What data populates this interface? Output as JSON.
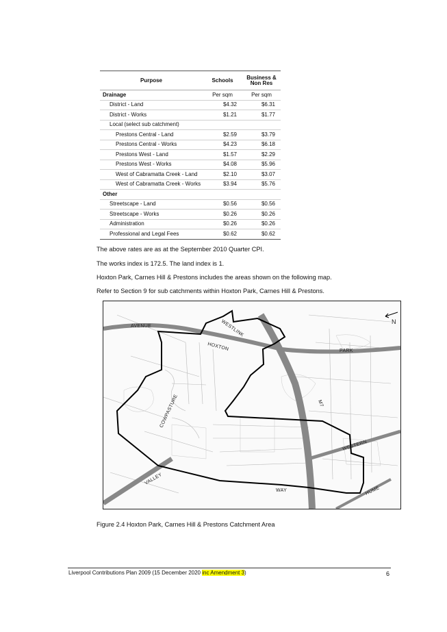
{
  "table": {
    "headers": {
      "purpose": "Purpose",
      "schools": "Schools",
      "business_non_res": "Business & Non Res"
    },
    "rows": [
      {
        "purpose": "Drainage",
        "schools": "Per sqm",
        "business": "Per sqm",
        "level": 0
      },
      {
        "purpose": "District - Land",
        "schools": "$4.32",
        "business": "$6.31",
        "level": 1
      },
      {
        "purpose": "District - Works",
        "schools": "$1.21",
        "business": "$1.77",
        "level": 1
      },
      {
        "purpose": "Local (select sub catchment)",
        "schools": "",
        "business": "",
        "level": 1
      },
      {
        "purpose": "Prestons Central - Land",
        "schools": "$2.59",
        "business": "$3.79",
        "level": 2
      },
      {
        "purpose": "Prestons Central - Works",
        "schools": "$4.23",
        "business": "$6.18",
        "level": 2
      },
      {
        "purpose": "Prestons West - Land",
        "schools": "$1.57",
        "business": "$2.29",
        "level": 2
      },
      {
        "purpose": "Prestons West - Works",
        "schools": "$4.08",
        "business": "$5.96",
        "level": 2
      },
      {
        "purpose": "West of Cabramatta Creek - Land",
        "schools": "$2.10",
        "business": "$3.07",
        "level": 2
      },
      {
        "purpose": "West of Cabramatta Creek - Works",
        "schools": "$3.94",
        "business": "$5.76",
        "level": 2
      },
      {
        "purpose": "Other",
        "schools": "",
        "business": "",
        "level": 0
      },
      {
        "purpose": "Streetscape - Land",
        "schools": "$0.56",
        "business": "$0.56",
        "level": 1
      },
      {
        "purpose": "Streetscape - Works",
        "schools": "$0.26",
        "business": "$0.26",
        "level": 1
      },
      {
        "purpose": "Administration",
        "schools": "$0.26",
        "business": "$0.26",
        "level": 1
      },
      {
        "purpose": "Professional and Legal Fees",
        "schools": "$0.62",
        "business": "$0.62",
        "level": 1
      }
    ]
  },
  "paragraphs": [
    "The above rates are as at the September 2010 Quarter CPI.",
    "The works index is 172.5.  The land index is 1.",
    "Hoxton Park, Carnes Hill & Prestons includes the areas shown on the following map.",
    "Refer to Section 9 for sub catchments within Hoxton Park, Carnes Hill & Prestons."
  ],
  "map": {
    "labels": {
      "avenue": "AVENUE",
      "hoxton": "HOXTON",
      "westlink": "WESTLINK",
      "park": "PARK",
      "m7": "M7",
      "cowpasture": "COWPASTURE",
      "western": "WESTERN",
      "valley": "VALLEY",
      "way": "WAY",
      "hume": "HUME",
      "north": "N"
    }
  },
  "caption": "Figure 2.4 Hoxton Park, Carnes Hill & Prestons Catchment Area",
  "footer": {
    "text_before": "Liverpool Contributions Plan 2009 (15 December 2020 ",
    "highlight": "inc Amendment 3",
    "text_after": ")",
    "page_number": "6"
  }
}
